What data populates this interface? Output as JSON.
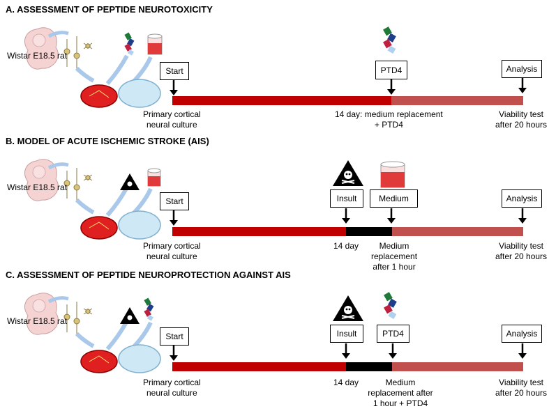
{
  "panels": [
    {
      "id": "a",
      "title": "A. ASSESSMENT OF PEPTIDE NEUROTOXICITY",
      "rat_label": "Wistar E18.5 rat",
      "boxes": {
        "start": "Start",
        "mid1": "PTD4",
        "analysis": "Analysis"
      },
      "captions": {
        "start": [
          "Primary cortical",
          "neural culture"
        ],
        "mid1": [
          "14 day: medium replacement",
          "+ PTD4"
        ],
        "end": [
          "Viability test",
          "after 20 hours"
        ]
      }
    },
    {
      "id": "b",
      "title": "B. MODEL OF ACUTE ISCHEMIC STROKE (AIS)",
      "rat_label": "Wistar E18.5 rat",
      "boxes": {
        "start": "Start",
        "mid1": "Insult",
        "mid2": "Medium",
        "analysis": "Analysis"
      },
      "captions": {
        "start": [
          "Primary cortical",
          "neural culture"
        ],
        "mid1": [
          "14 day"
        ],
        "mid2": [
          "Medium",
          "replacement",
          "after 1 hour"
        ],
        "end": [
          "Viability test",
          "after 20 hours"
        ]
      }
    },
    {
      "id": "c",
      "title": "C. ASSESSMENT OF PEPTIDE NEUROPROTECTION AGAINST AIS",
      "rat_label": "Wistar E18.5 rat",
      "boxes": {
        "start": "Start",
        "mid1": "Insult",
        "mid2": "PTD4",
        "analysis": "Analysis"
      },
      "captions": {
        "start": [
          "Primary cortical",
          "neural culture"
        ],
        "mid1": [
          "14 day"
        ],
        "mid2": [
          "Medium",
          "replacement after",
          "1 hour + PTD4"
        ],
        "end": [
          "Viability test",
          "after 20 hours"
        ]
      }
    }
  ],
  "colors": {
    "culture_bar": "#c00000",
    "insult_bar": "#000000",
    "post_bar": "#c0504d",
    "dish_medium": "#e02020",
    "glass": "#cfe8f5"
  }
}
